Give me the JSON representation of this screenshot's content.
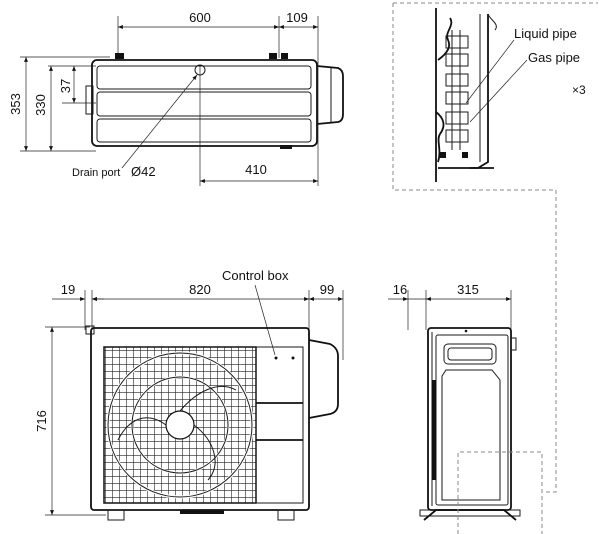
{
  "top_view": {
    "dim_width": "600",
    "dim_offset_right": "109",
    "dim_depth_total": "353",
    "dim_depth_body": "330",
    "dim_small_offset": "37",
    "drain_label": "Drain port",
    "drain_diameter": "Ø42",
    "dim_drain_distance": "410"
  },
  "detail_view": {
    "liquid_pipe_label": "Liquid pipe",
    "gas_pipe_label": "Gas pipe",
    "pipe_count": "×3"
  },
  "front_view": {
    "control_box_label": "Control box",
    "dim_left_overhang": "19",
    "dim_width": "820",
    "dim_right_overhang": "99",
    "dim_height": "716"
  },
  "side_view": {
    "dim_front_offset": "16",
    "dim_depth": "315"
  }
}
